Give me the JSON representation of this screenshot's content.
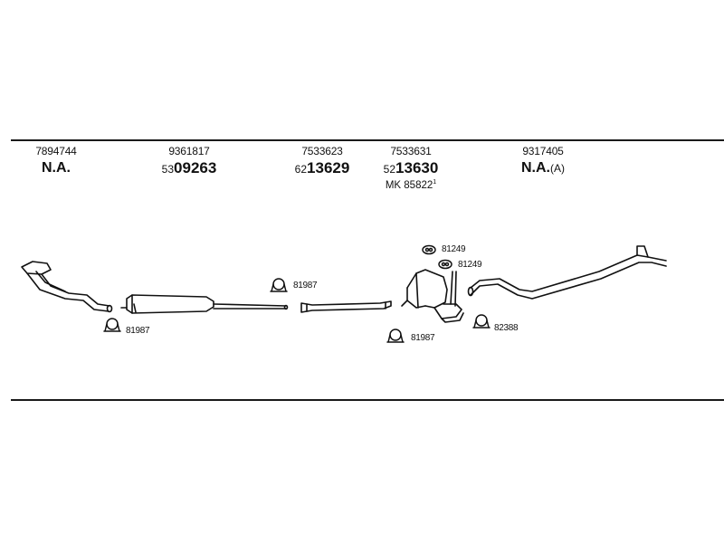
{
  "columns": [
    {
      "oe": "7894744",
      "na": "N.A.",
      "suffix": ""
    },
    {
      "oe": "9361817",
      "prefix": "53",
      "main": "09263"
    },
    {
      "oe": "7533623",
      "prefix": "62",
      "main": "13629"
    },
    {
      "oe": "7533631",
      "prefix": "52",
      "main": "13630",
      "mk_label": "MK",
      "mk_value": "85822",
      "mk_sup": "1"
    },
    {
      "oe": "9317405",
      "na": "N.A.",
      "suffix": "(A)"
    }
  ],
  "clamp_labels": {
    "front_clamp": "81987",
    "center_clamp": "81987",
    "rear_clamp_low": "81987",
    "gasket_top": "81249",
    "gasket_bottom": "81249",
    "tail_clamp": "82388"
  }
}
